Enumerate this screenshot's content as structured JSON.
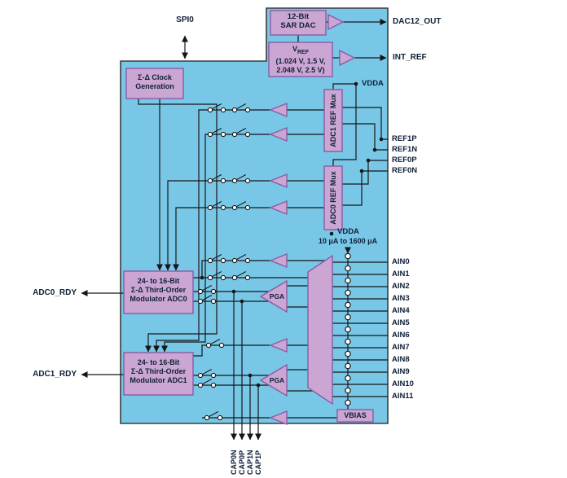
{
  "colors": {
    "chip_fill": "#79c7e6",
    "block_fill": "#cba6d2",
    "block_border": "#8a5ba6",
    "wire": "#161616",
    "label_text": "#0f2038"
  },
  "top": {
    "spi_label": "SPI0",
    "dac_block": {
      "line1": "12-Bit",
      "line2": "SAR DAC"
    },
    "dac_out_label": "DAC12_OUT",
    "vref_block": {
      "v": "V",
      "sub": "REF",
      "line2": "(1.024 V, 1.5 V,",
      "line3": "2.048 V, 2.5 V)"
    },
    "int_ref_label": "INT_REF"
  },
  "clock_block": {
    "line1": "Σ-Δ Clock",
    "line2": "Generation"
  },
  "ref_section": {
    "vdda_label": "VDDA",
    "adc1_ref_mux": "ADC1 REF Mux",
    "adc0_ref_mux": "ADC0 REF Mux",
    "pins": [
      "REF1P",
      "REF1N",
      "REF0P",
      "REF0N"
    ]
  },
  "analog_inputs": {
    "vdda_label": "VDDA",
    "current_range": "10 μA to 1600 μA",
    "ain_pins": [
      "AIN0",
      "AIN1",
      "AIN2",
      "AIN3",
      "AIN4",
      "AIN5",
      "AIN6",
      "AIN7",
      "AIN8",
      "AIN9",
      "AIN10",
      "AIN11"
    ],
    "vbias_label": "VBIAS"
  },
  "adc0": {
    "block": {
      "line1": "24- to 16-Bit",
      "line2": "Σ-Δ Third-Order",
      "line3": "Modulator ADC0"
    },
    "rdy_label": "ADC0_RDY",
    "pga_label": "PGA"
  },
  "adc1": {
    "block": {
      "line1": "24- to 16-Bit",
      "line2": "Σ-Δ Third-Order",
      "line3": "Modulator ADC1"
    },
    "rdy_label": "ADC1_RDY",
    "pga_label": "PGA"
  },
  "cap_pins": [
    "CAP0N",
    "CAP0P",
    "CAP1N",
    "CAP1P"
  ]
}
